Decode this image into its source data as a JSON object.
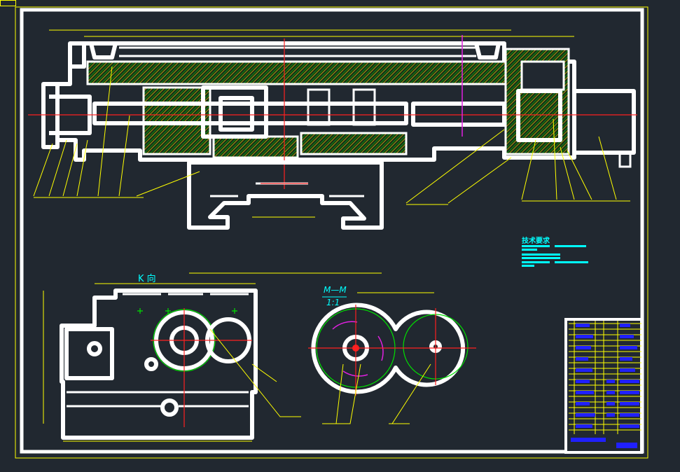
{
  "drawing": {
    "colors": {
      "background": "#212830",
      "outline": "#ffffff",
      "dimension": "#ffff00",
      "centerline": "#ff2020",
      "hatch": "#00e000",
      "section": "#e020e0",
      "text": "#00ffff",
      "title_block": "#0000ff"
    },
    "view_k_label": "K 向",
    "section_label": "M—M",
    "section_scale": "1:1",
    "tech_requirements_title": "技术要求"
  }
}
